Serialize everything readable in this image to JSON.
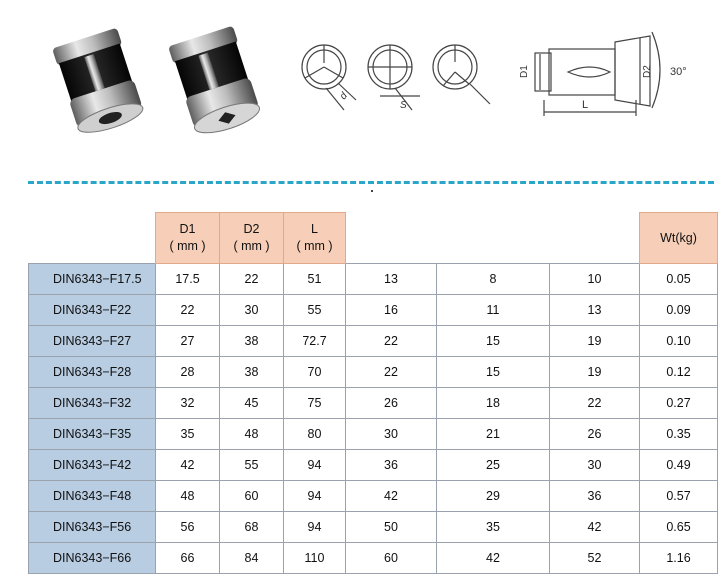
{
  "table": {
    "columns": [
      {
        "line1": "",
        "line2": "",
        "highlight": false
      },
      {
        "line1": "D1",
        "line2": "( mm )",
        "highlight": true
      },
      {
        "line1": "D2",
        "line2": "( mm )",
        "highlight": true
      },
      {
        "line1": "L",
        "line2": "( mm )",
        "highlight": true
      },
      {
        "line1": "",
        "line2": "",
        "highlight": false
      },
      {
        "line1": "",
        "line2": "",
        "highlight": false
      },
      {
        "line1": "",
        "line2": "",
        "highlight": false
      },
      {
        "line1": "Wt(kg)",
        "line2": "",
        "highlight": true
      }
    ],
    "rows": [
      [
        "DIN6343−F17.5",
        "17.5",
        "22",
        "51",
        "13",
        "8",
        "10",
        "0.05"
      ],
      [
        "DIN6343−F22",
        "22",
        "30",
        "55",
        "16",
        "11",
        "13",
        "0.09"
      ],
      [
        "DIN6343−F27",
        "27",
        "38",
        "72.7",
        "22",
        "15",
        "19",
        "0.10"
      ],
      [
        "DIN6343−F28",
        "28",
        "38",
        "70",
        "22",
        "15",
        "19",
        "0.12"
      ],
      [
        "DIN6343−F32",
        "32",
        "45",
        "75",
        "26",
        "18",
        "22",
        "0.27"
      ],
      [
        "DIN6343−F35",
        "35",
        "48",
        "80",
        "30",
        "21",
        "26",
        "0.35"
      ],
      [
        "DIN6343−F42",
        "42",
        "55",
        "94",
        "36",
        "25",
        "30",
        "0.49"
      ],
      [
        "DIN6343−F48",
        "48",
        "60",
        "94",
        "42",
        "29",
        "36",
        "0.57"
      ],
      [
        "DIN6343−F56",
        "56",
        "68",
        "94",
        "50",
        "35",
        "42",
        "0.65"
      ],
      [
        "DIN6343−F66",
        "66",
        "84",
        "110",
        "60",
        "42",
        "52",
        "1.16"
      ]
    ]
  },
  "diagram": {
    "label_d": "d",
    "label_s": "S",
    "label_D1": "D1",
    "label_D2": "D2",
    "label_L": "L",
    "label_angle": "30°"
  },
  "colors": {
    "header_peach": "#f7cfb8",
    "model_blue": "#b8cde2",
    "dash_cyan": "#2aa6c9"
  }
}
